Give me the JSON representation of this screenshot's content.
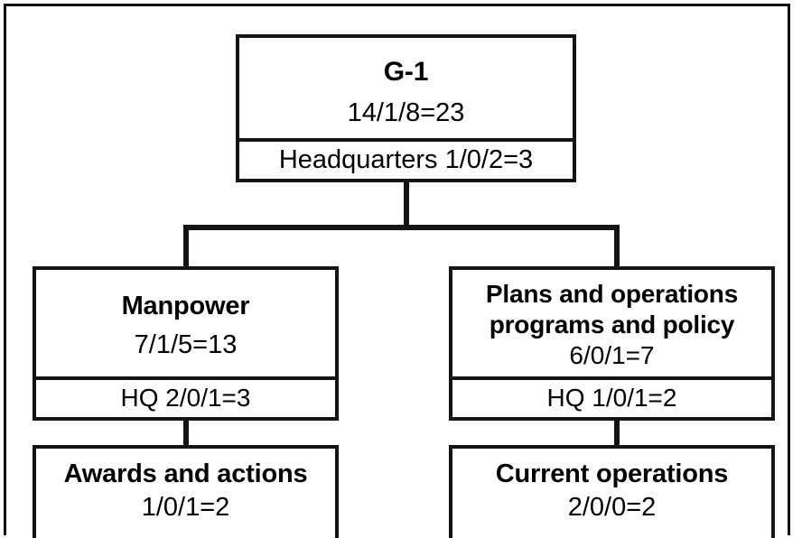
{
  "diagram": {
    "type": "organization-chart",
    "colors": {
      "line": "#141414",
      "text": "#000000",
      "background": "#ffffff",
      "frame": "#0d0d0d"
    },
    "nodes": {
      "root": {
        "title": "G-1",
        "count": "14/1/8=23",
        "subtitle": "Headquarters 1/0/2=3"
      },
      "manpower": {
        "title": "Manpower",
        "count": "7/1/5=13",
        "subtitle": "HQ 2/0/1=3"
      },
      "plans": {
        "title_line1": "Plans and operations",
        "title_line2": "programs and policy",
        "count": "6/0/1=7",
        "subtitle": "HQ 1/0/1=2"
      },
      "awards": {
        "title": "Awards and actions",
        "count": "1/0/1=2"
      },
      "current_operations": {
        "title": "Current operations",
        "count": "2/0/0=2"
      }
    }
  }
}
